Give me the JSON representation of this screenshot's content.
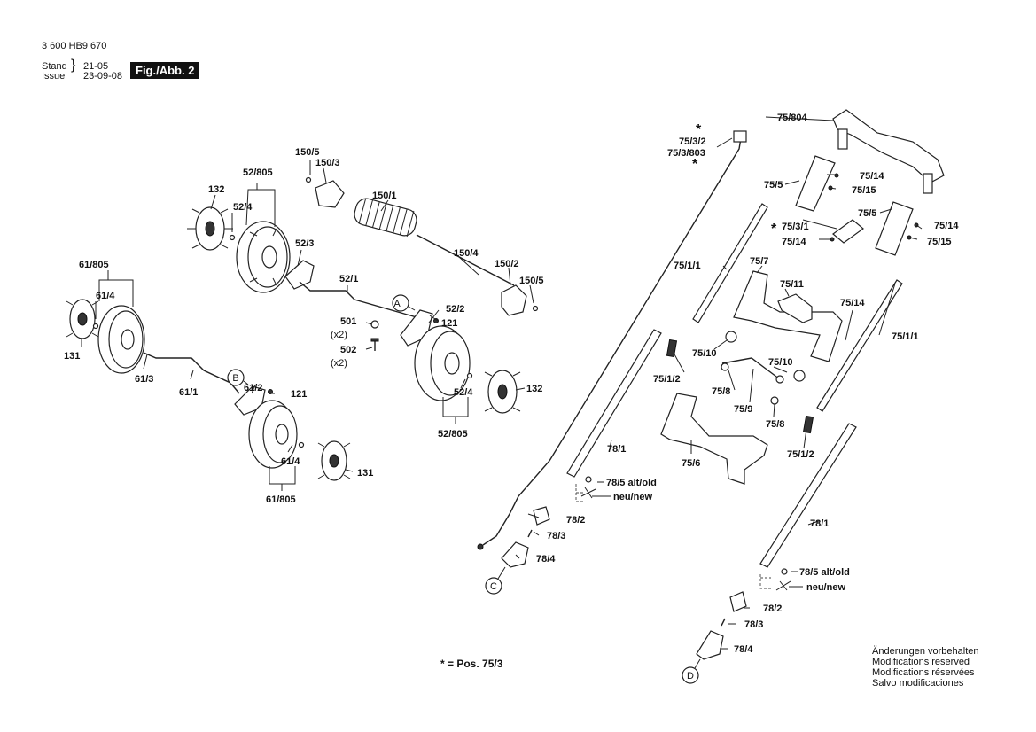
{
  "header": {
    "doc_number": "3 600 HB9 670",
    "stand_label": "Stand",
    "issue_label": "Issue",
    "stand_date": "21-05",
    "issue_date": "23-09-08",
    "figure_label": "Fig./Abb. 2"
  },
  "labels": {
    "l150_5a": "150/5",
    "l150_3": "150/3",
    "l150_1": "150/1",
    "l150_4": "150/4",
    "l150_2": "150/2",
    "l150_5b": "150/5",
    "l132a": "132",
    "l52_805a": "52/805",
    "l52_4a": "52/4",
    "l52_3": "52/3",
    "l52_1": "52/1",
    "l52_2": "52/2",
    "l121a": "121",
    "l501": "501",
    "l501x": "(x2)",
    "l502": "502",
    "l502x": "(x2)",
    "l52_4b": "52/4",
    "l132b": "132",
    "l52_805b": "52/805",
    "l61_805a": "61/805",
    "l61_4a": "61/4",
    "l131a": "131",
    "l61_3": "61/3",
    "l61_1": "61/1",
    "l61_2": "61/2",
    "l121b": "121",
    "l61_4b": "61/4",
    "l131b": "131",
    "l61_805b": "61/805",
    "star1": "*",
    "l75_3_2": "75/3/2",
    "l75_3_803": "75/3/803",
    "star2": "*",
    "l75_804": "75/804",
    "l75_5a": "75/5",
    "l75_14a": "75/14",
    "l75_15a": "75/15",
    "star3": "*",
    "l75_3_1": "75/3/1",
    "l75_5b": "75/5",
    "l75_14b": "75/14",
    "l75_14c": "75/14",
    "l75_15b": "75/15",
    "l75_1_1a": "75/1/1",
    "l75_7": "75/7",
    "l75_11": "75/11",
    "l75_14d": "75/14",
    "l75_1_1b": "75/1/1",
    "l75_10a": "75/10",
    "l75_10b": "75/10",
    "l75_1_2a": "75/1/2",
    "l75_8a": "75/8",
    "l75_9": "75/9",
    "l75_8b": "75/8",
    "l75_1_2b": "75/1/2",
    "l75_6": "75/6",
    "l78_1a": "78/1",
    "l78_5a": "78/5 alt/old",
    "l_newa": "neu/new",
    "l78_2a": "78/2",
    "l78_3a": "78/3",
    "l78_4a": "78/4",
    "l78_1b": "78/1",
    "l78_5b": "78/5 alt/old",
    "l_newb": "neu/new",
    "l78_2b": "78/2",
    "l78_3b": "78/3",
    "l78_4b": "78/4"
  },
  "callouts": {
    "a": "A",
    "b": "B",
    "c": "C",
    "d": "D"
  },
  "note": "* = Pos. 75/3",
  "footer": {
    "de": "Änderungen vorbehalten",
    "en": "Modifications reserved",
    "fr": "Modifications réservées",
    "es": "Salvo modificaciones"
  }
}
